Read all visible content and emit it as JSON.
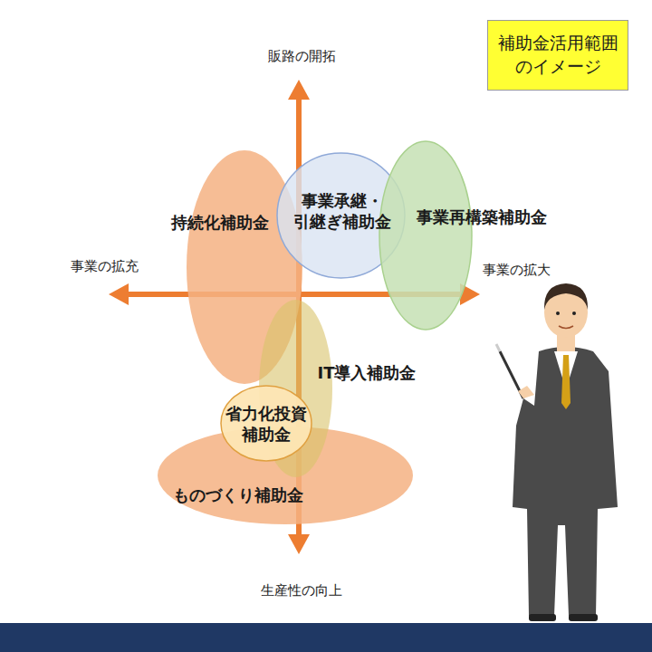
{
  "diagram": {
    "title": "補助金活用範囲 のイメージ",
    "nodes": [
      {
        "text": [
          "持続化補助金"
        ]
      },
      {
        "text": [
          "事業承継・ 引継ぎ補助金"
        ]
      },
      {
        "text": [
          "事業再構築補助金"
        ]
      },
      {
        "text": [
          "IT導入補助金"
        ]
      },
      {
        "text": [
          "省力化投資 補助金"
        ]
      },
      {
        "text": [
          "ものづくり補助金"
        ]
      }
    ],
    "labels": [
      "販路の開拓",
      "事業の拡充",
      "事業の拡大",
      "生産性の向上"
    ]
  }
}
